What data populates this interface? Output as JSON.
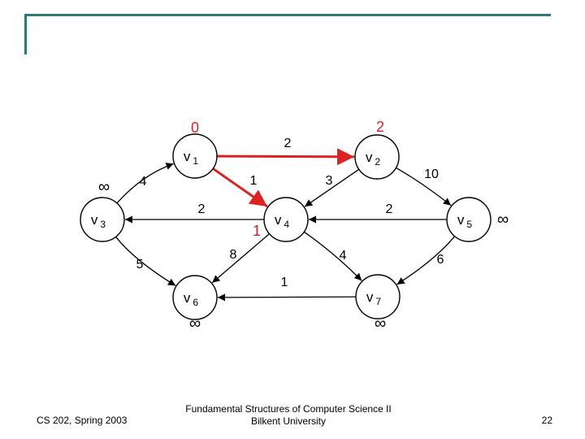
{
  "colors": {
    "accent": "#2f7a78",
    "highlight": "#dd2222",
    "node_fill": "#ffffff",
    "stroke": "#000000"
  },
  "nodes": [
    {
      "id": "v1",
      "name": "v",
      "sub": "1",
      "dist": "0",
      "dist_red": true
    },
    {
      "id": "v2",
      "name": "v",
      "sub": "2",
      "dist": "2",
      "dist_red": true
    },
    {
      "id": "v3",
      "name": "v",
      "sub": "3",
      "dist": "∞",
      "dist_red": false
    },
    {
      "id": "v4",
      "name": "v",
      "sub": "4",
      "dist": "1",
      "dist_red": true
    },
    {
      "id": "v5",
      "name": "v",
      "sub": "5",
      "dist": "∞",
      "dist_red": false
    },
    {
      "id": "v6",
      "name": "v",
      "sub": "6",
      "dist": "∞",
      "dist_red": false
    },
    {
      "id": "v7",
      "name": "v",
      "sub": "7",
      "dist": "∞",
      "dist_red": false
    }
  ],
  "edges": [
    {
      "from": "v1",
      "to": "v2",
      "weight": "2",
      "red": true
    },
    {
      "from": "v1",
      "to": "v4",
      "weight": "1",
      "red": true
    },
    {
      "from": "v3",
      "to": "v1",
      "weight": "4",
      "red": false
    },
    {
      "from": "v2",
      "to": "v4",
      "weight": "3",
      "red": false
    },
    {
      "from": "v2",
      "to": "v5",
      "weight": "10",
      "red": false
    },
    {
      "from": "v4",
      "to": "v3",
      "weight": "2",
      "red": false
    },
    {
      "from": "v5",
      "to": "v4",
      "weight": "2",
      "red": false
    },
    {
      "from": "v3",
      "to": "v6",
      "weight": "5",
      "red": false
    },
    {
      "from": "v4",
      "to": "v6",
      "weight": "8",
      "red": false
    },
    {
      "from": "v4",
      "to": "v7",
      "weight": "4",
      "red": false
    },
    {
      "from": "v7",
      "to": "v6",
      "weight": "1",
      "red": false
    },
    {
      "from": "v5",
      "to": "v7",
      "weight": "6",
      "red": false
    }
  ],
  "footer": {
    "course": "CS 202, Spring 2003",
    "title_line1": "Fundamental Structures of Computer Science II",
    "title_line2": "Bilkent University",
    "page": "22"
  }
}
